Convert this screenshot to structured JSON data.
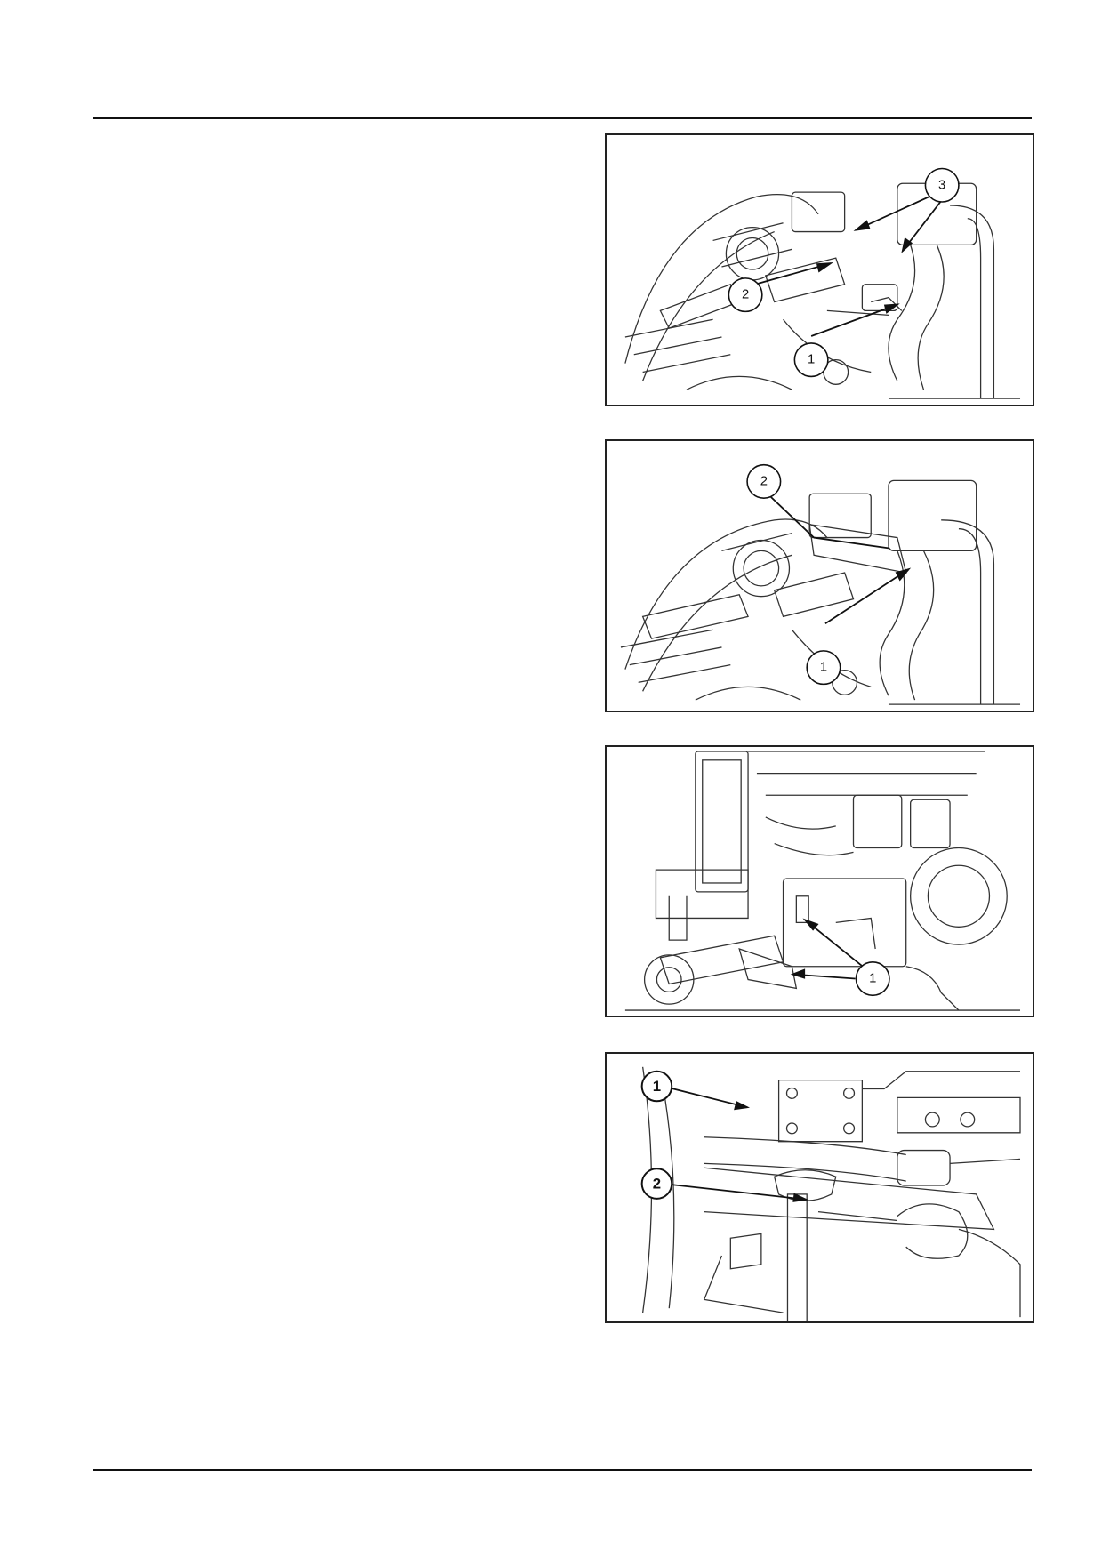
{
  "figures": [
    {
      "callouts": [
        "3",
        "2",
        "1"
      ]
    },
    {
      "callouts": [
        "2",
        "1"
      ]
    },
    {
      "callouts": [
        "1"
      ]
    },
    {
      "callouts": [
        "1",
        "2"
      ]
    }
  ]
}
